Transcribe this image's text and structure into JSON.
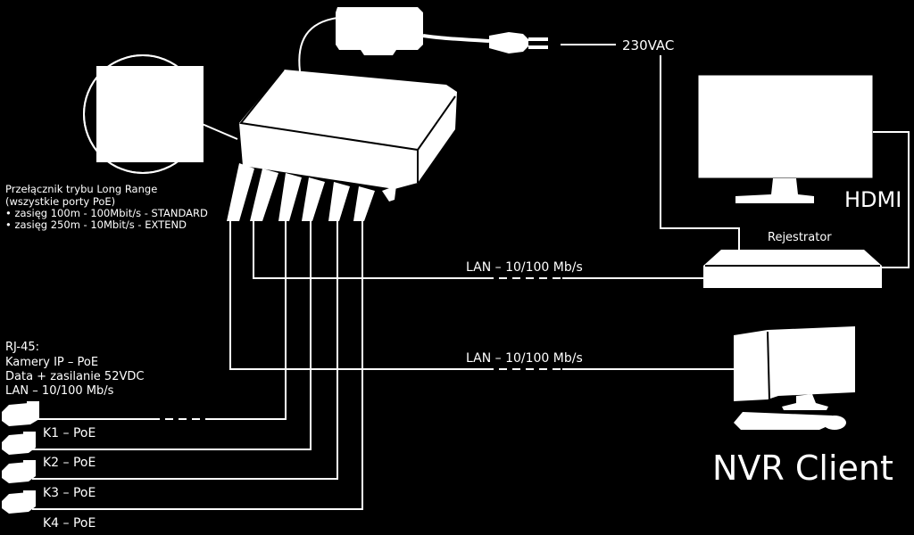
{
  "power": {
    "label": "230VAC"
  },
  "recorder": {
    "label": "Rejestrator"
  },
  "hdmi": {
    "label": "HDMI"
  },
  "switch_note": {
    "line1": "Przełącznik trybu Long Range",
    "line2": "(wszystkie porty PoE)",
    "line3": "• zasięg 100m - 100Mbit/s - STANDARD",
    "line4": "• zasięg 250m - 10Mbit/s - EXTEND"
  },
  "lan_links": [
    {
      "label": "LAN – 10/100 Mb/s"
    },
    {
      "label": "LAN – 10/100 Mb/s"
    }
  ],
  "rj45_note": {
    "line1": "RJ-45:",
    "line2": "Kamery IP – PoE",
    "line3": "Data + zasilanie 52VDC",
    "line4": "LAN – 10/100 Mb/s"
  },
  "cameras": [
    {
      "label": "K1 – PoE"
    },
    {
      "label": "K2 – PoE"
    },
    {
      "label": "K3 – PoE"
    },
    {
      "label": "K4 – PoE"
    }
  ],
  "client": {
    "label": "NVR Client"
  }
}
